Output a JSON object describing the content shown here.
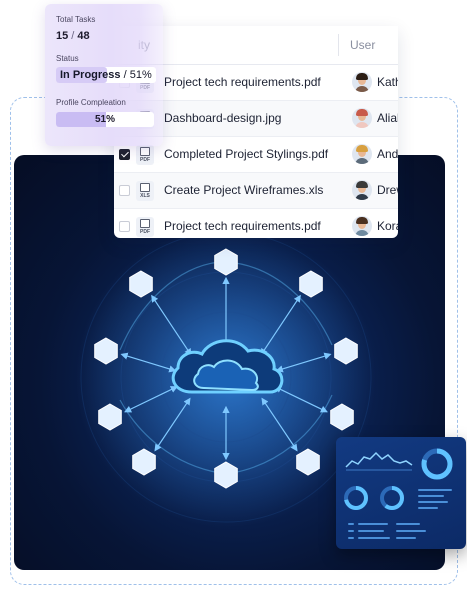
{
  "stats": {
    "total_tasks_label": "Total Tasks",
    "tasks_done": "15",
    "tasks_total": "48",
    "status_label": "Status",
    "status_value": "In Progress",
    "status_percent": "51%",
    "status_progress": 0.51,
    "profile_label": "Profile Compleation",
    "profile_percent": "51%",
    "profile_progress": 0.51
  },
  "table": {
    "col_activity": "ity",
    "col_user": "User",
    "rows": [
      {
        "file": "Project tech requirements.pdf",
        "ext": "PDF",
        "user": "Kath",
        "checked": false
      },
      {
        "file": "Dashboard-design.jpg",
        "ext": "JPG",
        "user": "Aliah",
        "checked": false
      },
      {
        "file": "Completed Project Stylings.pdf",
        "ext": "PDF",
        "user": "And",
        "checked": true
      },
      {
        "file": "Create Project Wireframes.xls",
        "ext": "XLS",
        "user": "Drew",
        "checked": false
      },
      {
        "file": "Project tech requirements.pdf",
        "ext": "PDF",
        "user": "Kora",
        "checked": false
      }
    ]
  },
  "colors": {
    "accent_blue": "#5ab8f5",
    "node_fill": "#e4f1ff",
    "panel_dark": "#071536",
    "card_purple": "#e6ddfa"
  },
  "icons": {
    "cloud": "cloud-icon",
    "node": "hexagon-node-icon",
    "file": "file-icon"
  }
}
